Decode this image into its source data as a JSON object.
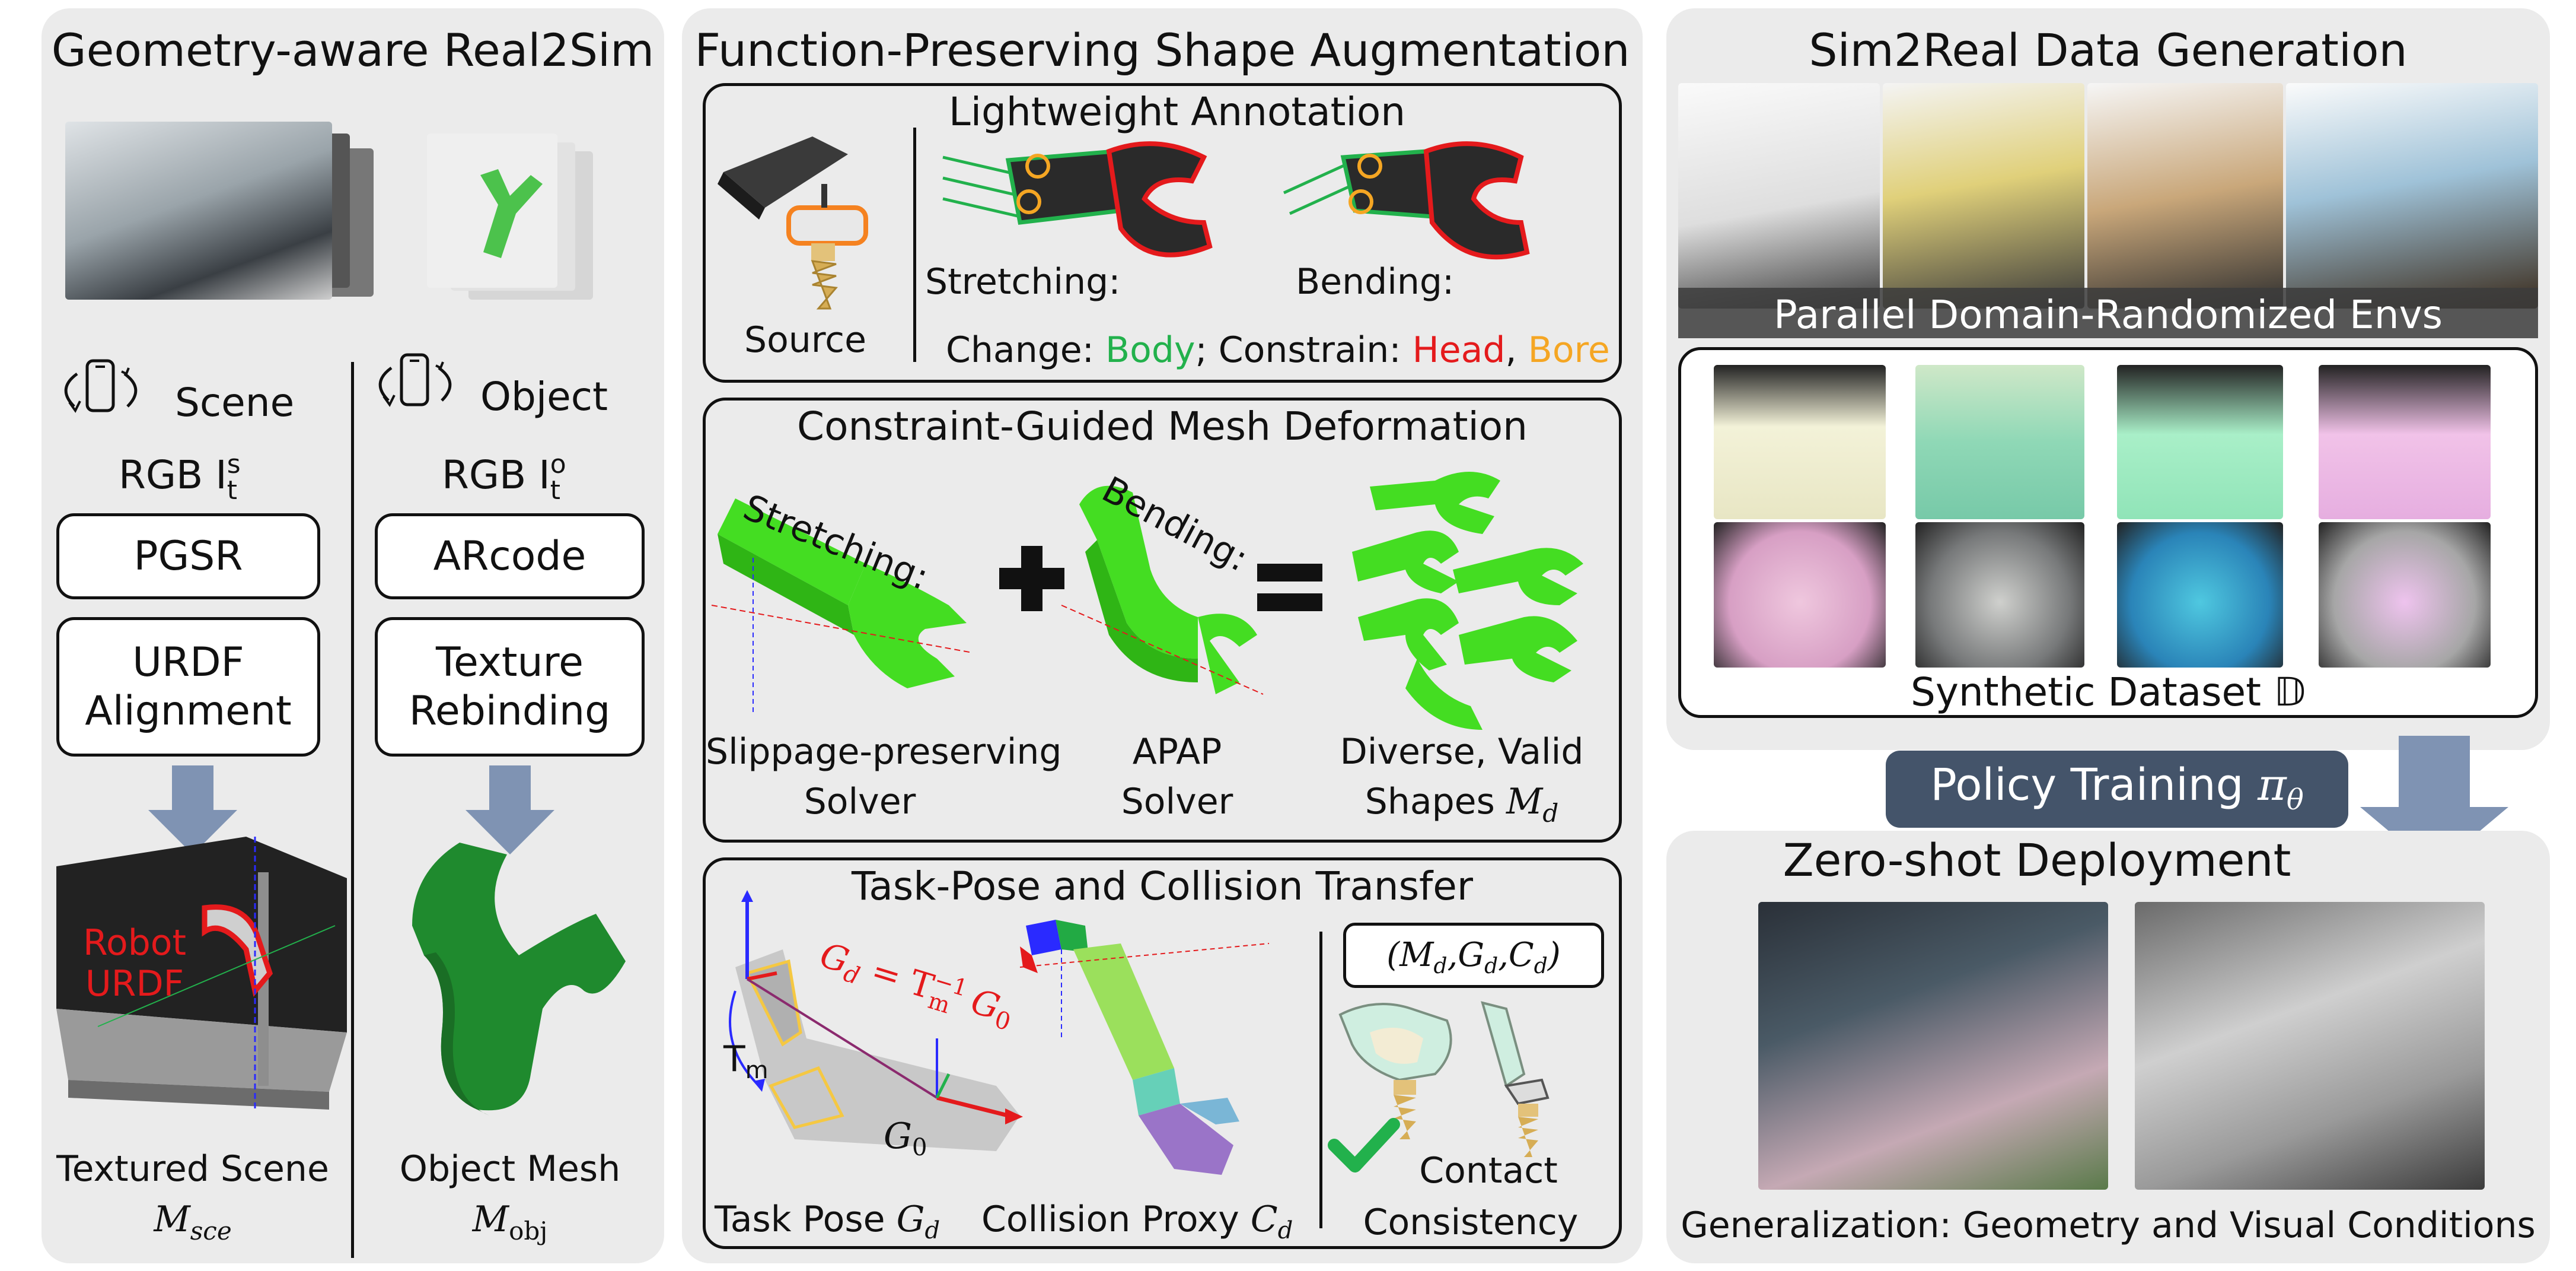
{
  "left": {
    "title": "Geometry-aware Real2Sim",
    "scene_label": "Scene",
    "object_label": "Object",
    "scene_rgb": "RGB I",
    "scene_rgb_sup": "s",
    "scene_rgb_sub": "t",
    "object_rgb": "RGB I",
    "object_rgb_sup": "o",
    "object_rgb_sub": "t",
    "pgsr": "PGSR",
    "arcode": "ARcode",
    "urdf_line1": "URDF",
    "urdf_line2": "Alignment",
    "texture_line1": "Texture",
    "texture_line2": "Rebinding",
    "robot_urdf_line1": "Robot",
    "robot_urdf_line2": "URDF",
    "textured_scene": "Textured Scene",
    "textured_scene_math": "M",
    "textured_scene_math_sub": "sce",
    "object_mesh": "Object Mesh",
    "object_mesh_math": "M",
    "object_mesh_math_sub": "obj"
  },
  "middle": {
    "title": "Function-Preserving Shape Augmentation",
    "annotation": {
      "title": "Lightweight Annotation",
      "source": "Source",
      "stretching": "Stretching:",
      "bending": "Bending:",
      "change_prefix": "Change: ",
      "body": "Body",
      "constrain_prefix": "; Constrain: ",
      "head": "Head",
      "comma": ", ",
      "bore": "Bore"
    },
    "deformation": {
      "title": "Constraint-Guided Mesh Deformation",
      "stretching": "Stretching:",
      "bending": "Bending:",
      "solver1_line1": "Slippage-preserving",
      "solver1_line2": "Solver",
      "solver2_line1": "APAP",
      "solver2_line2": "Solver",
      "result_line1": "Diverse, Valid",
      "result_line2": "Shapes ",
      "result_math": "M",
      "result_math_sub": "d"
    },
    "transfer": {
      "title": "Task-Pose and Collision Transfer",
      "eq_lhs": "G",
      "eq_lhs_sub": "d",
      "eq_rhs": "= T",
      "eq_rhs_sub": "m",
      "eq_rhs_sup": "−1",
      "eq_rhs_tail": "G",
      "eq_rhs_tail_sub": "0",
      "tm": "T",
      "tm_sub": "m",
      "g0": "G",
      "g0_sub": "0",
      "tuple": "(M",
      "tuple_sub1": "d",
      "tuple_mid1": ",G",
      "tuple_sub2": "d",
      "tuple_mid2": ",C",
      "tuple_sub3": "d",
      "tuple_end": ")",
      "task_pose": "Task Pose ",
      "task_pose_math": "G",
      "task_pose_math_sub": "d",
      "collision_proxy": "Collision Proxy ",
      "collision_math": "C",
      "collision_math_sub": "d",
      "contact_line1": "Contact",
      "contact_line2": "Consistency"
    }
  },
  "right": {
    "title": "Sim2Real Data Generation",
    "parallel_envs": "Parallel Domain-Randomized Envs",
    "synthetic": "Synthetic Dataset 𝔻",
    "policy": "Policy Training ",
    "policy_math": "π",
    "policy_math_sub": "θ",
    "zero_shot": "Zero-shot Deployment",
    "generalization": "Generalization: Geometry and Visual Conditions"
  },
  "colors": {
    "panel_bg": "#ebebeb",
    "arrow_blue": "#7f93b3",
    "policy_bg": "#44546a",
    "green": "#22b14c",
    "red": "#e41a1c",
    "orange": "#f5a623",
    "mesh_green": "#33dd22"
  }
}
